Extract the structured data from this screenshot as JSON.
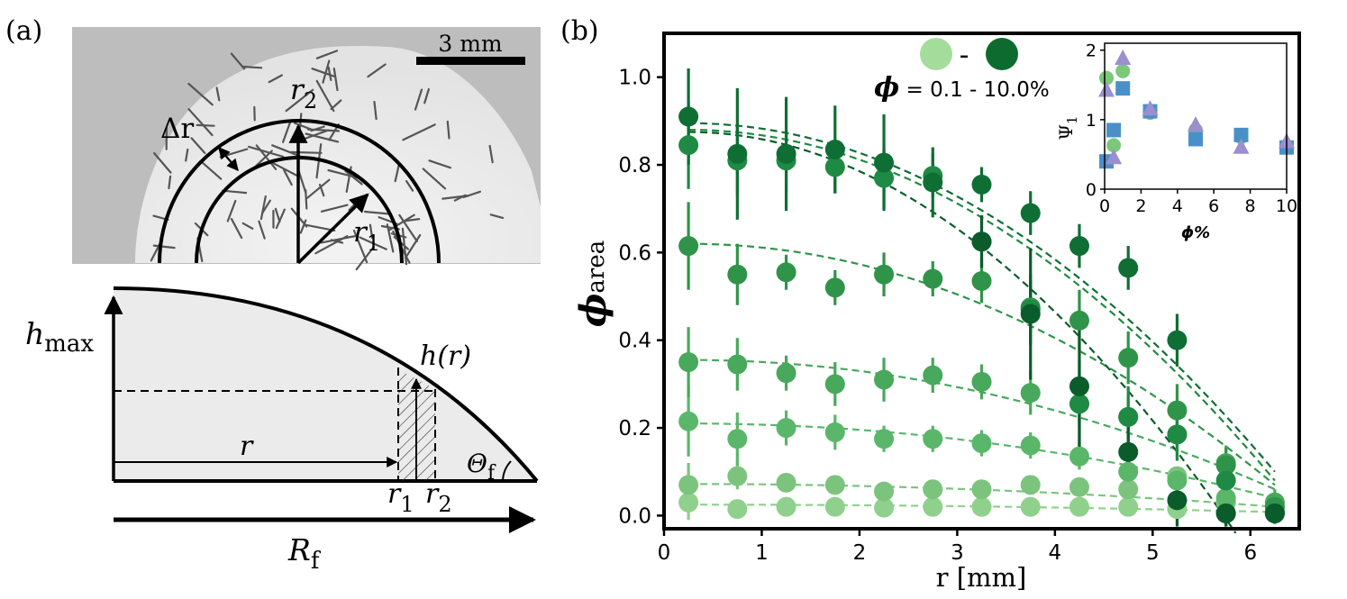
{
  "panel_a": {
    "label": "(a)",
    "scale_bar": "3 mm",
    "photo_labels": {
      "delta_r": "Δr",
      "r2": "r",
      "r2_sub": "2",
      "r1": "r",
      "r1_sub": "1"
    },
    "schematic": {
      "h_max": "h",
      "h_max_sub": "max",
      "h_r": "h(r)",
      "r": "r",
      "theta": "Θ",
      "theta_sub": "f",
      "r1": "r",
      "r1_sub": "1",
      "r2": "r",
      "r2_sub": "2",
      "R": "R",
      "R_sub": "f"
    }
  },
  "panel_b": {
    "label": "(b)"
  },
  "chart_data": [
    {
      "type": "scatter",
      "ylabel_symbol": "ϕ",
      "ylabel_sub": "area",
      "xlabel": "r [mm]",
      "xlim": [
        0,
        6.5
      ],
      "ylim": [
        -0.03,
        1.1
      ],
      "x_ticks": [
        0,
        1,
        2,
        3,
        4,
        5,
        6
      ],
      "y_ticks": [
        "0.0",
        "0.2",
        "0.4",
        "0.6",
        "0.8",
        "1.0"
      ],
      "y_tick_values": [
        0,
        0.2,
        0.4,
        0.6,
        0.8,
        1.0
      ],
      "legend": {
        "position": "top-center",
        "dash": "-",
        "phi": "ϕ",
        "text": " = 0.1 - 10.0%",
        "light_color": "#a4dd9b",
        "dark_color": "#0d6b2f"
      },
      "grid": false,
      "x": [
        0.25,
        0.75,
        1.25,
        1.75,
        2.25,
        2.75,
        3.25,
        3.75,
        4.25,
        4.75,
        5.25,
        5.75,
        6.25
      ],
      "series": [
        {
          "color": "#8fd18c",
          "values": [
            0.03,
            0.015,
            0.02,
            0.02,
            0.018,
            0.02,
            0.02,
            0.02,
            0.02,
            0.02,
            0.015,
            0.03,
            0.03
          ],
          "errors": [
            0.04,
            0.02,
            0.02,
            0.02,
            0.02,
            0.02,
            0.02,
            0.02,
            0.02,
            0.02,
            0.02,
            0.02,
            0.02
          ],
          "fit": {
            "x0": 0.25,
            "x1": 6.25,
            "y0": 0.025,
            "y1": 0.008
          }
        },
        {
          "color": "#7cc47e",
          "values": [
            0.07,
            0.09,
            0.075,
            0.07,
            0.055,
            0.06,
            0.06,
            0.07,
            0.065,
            0.06,
            0.09,
            0.03,
            0.02
          ],
          "errors": [
            0.05,
            0.03,
            0.02,
            0.02,
            0.02,
            0.02,
            0.02,
            0.02,
            0.02,
            0.02,
            0.02,
            0.02,
            0.02
          ],
          "fit": {
            "x0": 0.25,
            "x1": 6.25,
            "y0": 0.072,
            "y1": 0.02
          }
        },
        {
          "color": "#5ab76a",
          "values": [
            0.215,
            0.175,
            0.2,
            0.19,
            0.175,
            0.175,
            0.165,
            0.16,
            0.135,
            0.1,
            0.08,
            0.04,
            0.01
          ],
          "errors": [
            0.08,
            0.06,
            0.04,
            0.04,
            0.03,
            0.03,
            0.03,
            0.03,
            0.03,
            0.03,
            0.03,
            0.03,
            0.03
          ],
          "fit": {
            "x0": 0.25,
            "x1": 6.25,
            "y0": 0.21,
            "y1": 0.04
          }
        },
        {
          "color": "#48a85c",
          "values": [
            0.35,
            0.345,
            0.325,
            0.3,
            0.31,
            0.32,
            0.305,
            0.28,
            0.255,
            0.225,
            0.185,
            0.12,
            0.03
          ],
          "errors": [
            0.08,
            0.06,
            0.04,
            0.05,
            0.05,
            0.04,
            0.04,
            0.05,
            0.05,
            0.05,
            0.05,
            0.04,
            0.03
          ],
          "fit": {
            "x0": 0.25,
            "x1": 6.25,
            "y0": 0.355,
            "y1": 0.06
          }
        },
        {
          "color": "#2f9449",
          "values": [
            0.615,
            0.55,
            0.555,
            0.52,
            0.55,
            0.54,
            0.535,
            0.475,
            0.445,
            0.36,
            0.24,
            0.115,
            0.02
          ],
          "errors": [
            0.1,
            0.07,
            0.04,
            0.04,
            0.05,
            0.04,
            0.05,
            0.06,
            0.07,
            0.06,
            0.06,
            0.04,
            0.03
          ],
          "fit": {
            "x0": 0.25,
            "x1": 6.25,
            "y0": 0.62,
            "y1": 0.07
          }
        },
        {
          "color": "#1f8a43",
          "values": [
            0.845,
            0.81,
            0.81,
            0.795,
            0.77,
            0.775,
            0.625,
            0.47,
            0.255,
            0.225,
            0.185,
            0.08,
            0.005
          ],
          "errors": [
            0.1,
            0.08,
            0.07,
            0.06,
            0.07,
            0.05,
            0.06,
            0.08,
            0.1,
            0.07,
            0.06,
            0.04,
            0.02
          ],
          "fit": {
            "x0": 0.25,
            "x1": 6.25,
            "y0": 0.88,
            "y1": 0.08
          }
        },
        {
          "color": "#0f6e34",
          "values": [
            0.91,
            0.825,
            0.825,
            0.835,
            0.805,
            0.76,
            0.755,
            0.69,
            0.615,
            0.565,
            0.4,
            0.005,
            0.005
          ],
          "errors": [
            0.11,
            0.15,
            0.13,
            0.1,
            0.11,
            0.08,
            0.04,
            0.05,
            0.05,
            0.05,
            0.06,
            0.03,
            0.02
          ],
          "fit": {
            "x0": 0.25,
            "x1": 6.25,
            "y0": 0.895,
            "y1": 0.1
          }
        },
        {
          "color": "#0a5c2a",
          "values": [
            null,
            null,
            null,
            null,
            null,
            null,
            0.625,
            0.46,
            0.295,
            0.145,
            0.035,
            0.005,
            0.005
          ],
          "errors": [
            null,
            null,
            null,
            null,
            null,
            null,
            0.06,
            0.15,
            0.16,
            0.1,
            0.06,
            0.03,
            0.02
          ],
          "fit": {
            "x0": 0.25,
            "x1": 5.85,
            "y0": 0.875,
            "y1": -0.04
          }
        }
      ]
    },
    {
      "type": "scatter",
      "position": "inset-top-right",
      "xlabel": "ϕ%",
      "ylabel": "Ψ",
      "ylabel_sub": "1",
      "xlim": [
        0,
        10
      ],
      "ylim": [
        0,
        2.1
      ],
      "x_ticks": [
        0,
        2,
        4,
        6,
        8,
        10
      ],
      "y_ticks": [
        0,
        1,
        2
      ],
      "groups": [
        {
          "marker": "circle",
          "color": "#7bc87a",
          "points": [
            [
              0.1,
              1.6
            ],
            [
              0.5,
              0.63
            ],
            [
              1.0,
              1.7
            ],
            [
              2.5,
              1.1
            ],
            [
              5.0,
              0.85
            ],
            [
              7.5,
              0.75
            ],
            [
              10.0,
              0.62
            ]
          ]
        },
        {
          "marker": "square",
          "color": "#4a90c8",
          "points": [
            [
              0.1,
              0.4
            ],
            [
              0.5,
              0.85
            ],
            [
              1.0,
              1.45
            ],
            [
              2.5,
              1.12
            ],
            [
              5.0,
              0.72
            ],
            [
              7.5,
              0.78
            ],
            [
              10.0,
              0.6
            ]
          ]
        },
        {
          "marker": "triangle",
          "color": "#9b8fd0",
          "points": [
            [
              0.1,
              1.42
            ],
            [
              0.5,
              0.45
            ],
            [
              1.0,
              1.88
            ],
            [
              2.5,
              1.15
            ],
            [
              5.0,
              0.92
            ],
            [
              7.5,
              0.6
            ],
            [
              10.0,
              0.68
            ]
          ]
        }
      ]
    }
  ]
}
